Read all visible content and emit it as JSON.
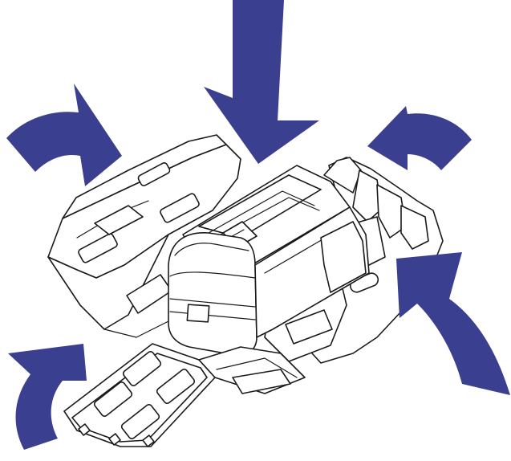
{
  "diagram": {
    "arrow_color": "#3b3f8f",
    "line_color": "#1a1a1a",
    "background": "#ffffff",
    "arrows": [
      {
        "id": "top-down-arrow",
        "direction": "down"
      },
      {
        "id": "upper-left-curved-arrow",
        "direction": "curve-inward"
      },
      {
        "id": "upper-right-curved-arrow",
        "direction": "curve-inward"
      },
      {
        "id": "lower-left-curved-arrow",
        "direction": "curve-inward"
      },
      {
        "id": "lower-right-curved-arrow",
        "direction": "curve-inward"
      }
    ],
    "subject_icon": "card-printer-in-packaging"
  }
}
